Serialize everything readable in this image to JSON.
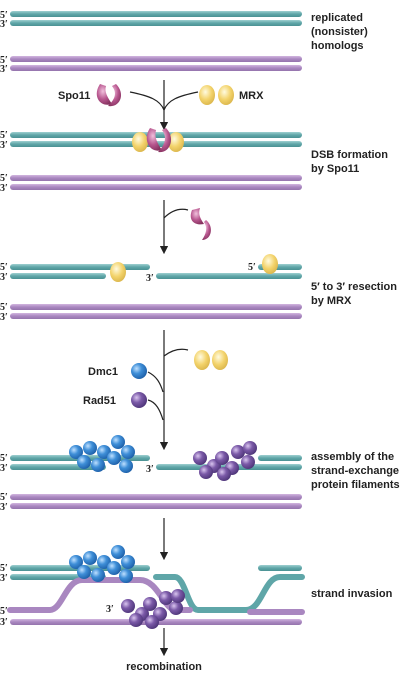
{
  "steps": {
    "s1": {
      "line1": "replicated",
      "line2": "(nonsister)",
      "line3": "homologs"
    },
    "s2": {
      "line1": "DSB formation",
      "line2": "by Spo11"
    },
    "s3": {
      "line1": "5′ to 3′ resection",
      "line2": "by MRX"
    },
    "s4": {
      "line1": "assembly of the",
      "line2": "strand-exchange",
      "line3": "protein filaments"
    },
    "s5": {
      "line1": "strand invasion"
    }
  },
  "proteins": {
    "spo11": "Spo11",
    "mrx": "MRX",
    "dmc1": "Dmc1",
    "rad51": "Rad51"
  },
  "ends": {
    "five": "5′",
    "three": "3′"
  },
  "result": "recombination",
  "colors": {
    "teal_strand": "#6fb3b5",
    "purple_strand": "#b592c8",
    "spo11": "#b8578f",
    "mrx": "#f3d36b",
    "dmc1": "#3f8fd8",
    "rad51": "#7b5aa8"
  }
}
